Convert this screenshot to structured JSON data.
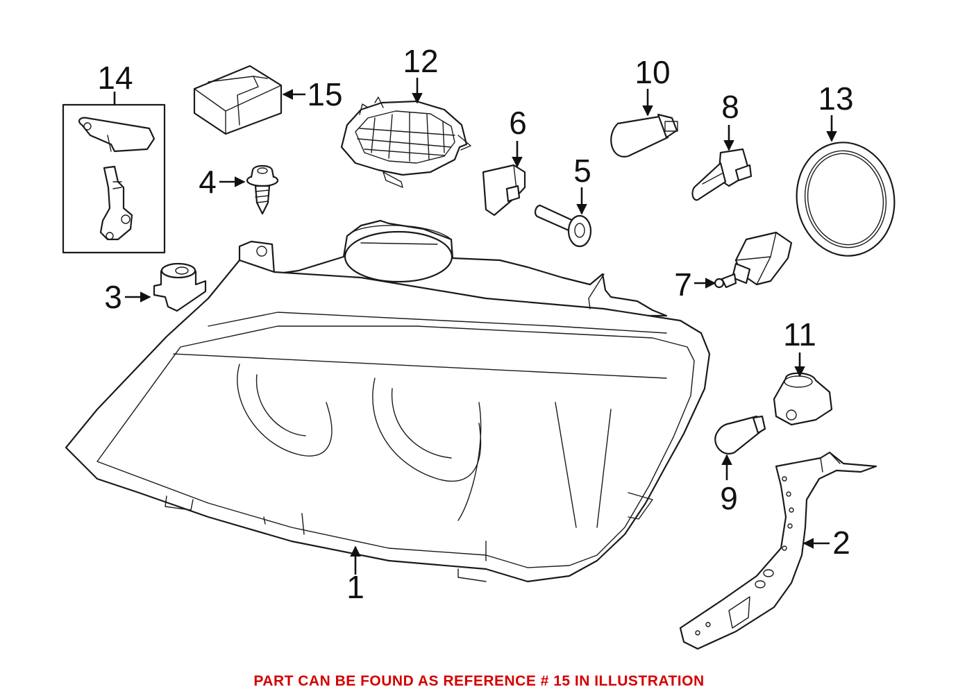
{
  "callouts": {
    "c1": "1",
    "c2": "2",
    "c3": "3",
    "c4": "4",
    "c5": "5",
    "c6": "6",
    "c7": "7",
    "c8": "8",
    "c9": "9",
    "c10": "10",
    "c11": "11",
    "c12": "12",
    "c13": "13",
    "c14": "14",
    "c15": "15"
  },
  "footer": {
    "note": "PART CAN BE FOUND AS REFERENCE # 15 IN ILLUSTRATION",
    "color": "#d40000"
  },
  "icons": {
    "headlamp": "headlamp-assembly-icon",
    "bracket": "mounting-bracket-icon",
    "bulb": "bulb-icon",
    "seal": "ring-seal-icon",
    "cover": "headlamp-cover-icon",
    "screw": "screw-icon",
    "kit": "repair-kit-icon",
    "module": "control-module-icon"
  }
}
